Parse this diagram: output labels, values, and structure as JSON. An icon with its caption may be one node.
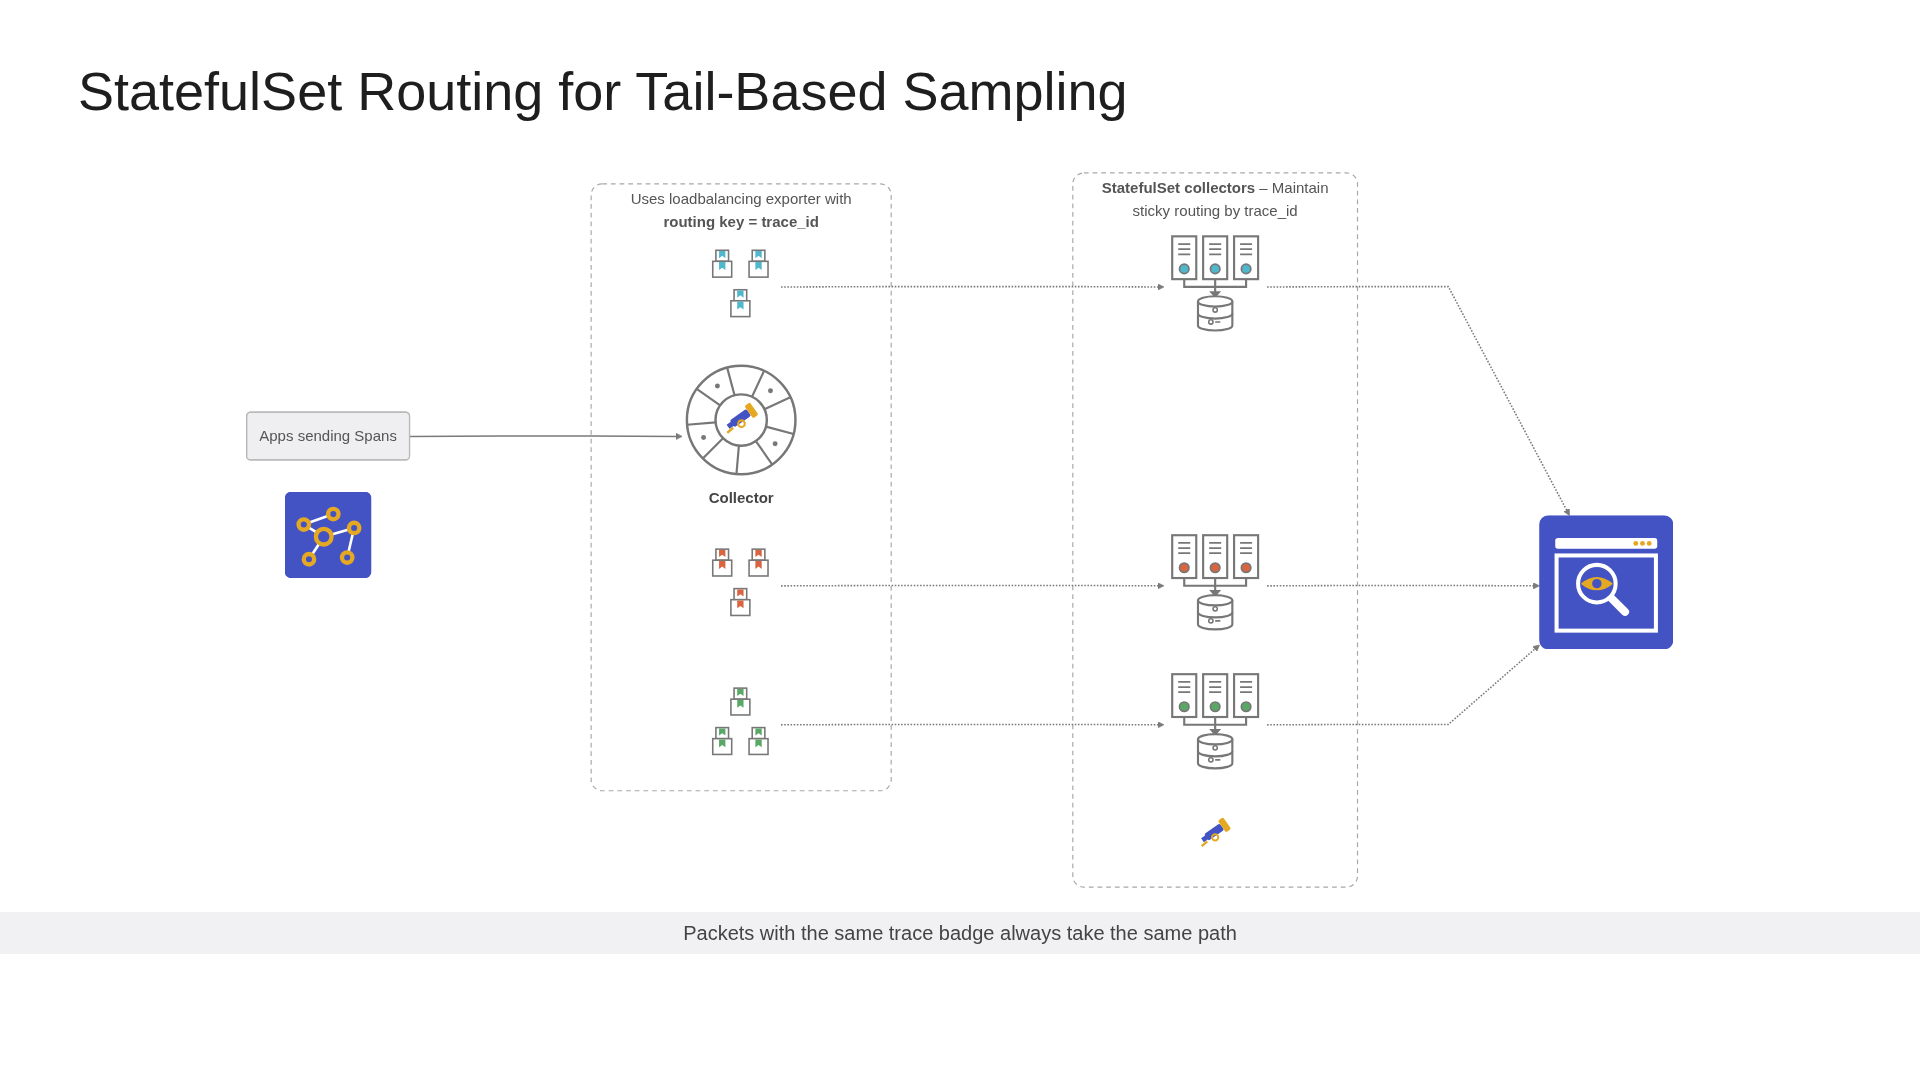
{
  "diagram": {
    "title": "StatefulSet Routing for Tail-Based Sampling",
    "caption": "Packets with the same trace badge always take the same path",
    "nodes": [
      {
        "text": [
          "Apps sending Spans"
        ]
      },
      {
        "text": [],
        "shape": "picture"
      },
      {
        "text": [
          "Uses loadbalancing exporter with **routing key = trace_id**"
        ]
      },
      {
        "text": [],
        "shape": "picture",
        "in": 2
      },
      {
        "text": [
          "Collector"
        ],
        "in": 2
      },
      {
        "text": [],
        "shape": "picture",
        "in": 2
      },
      {
        "text": [],
        "shape": "picture",
        "in": 2
      },
      {
        "text": [
          "**StatefulSet collectors** – Maintain sticky routing by trace_id"
        ]
      },
      {
        "text": [],
        "shape": "picture",
        "in": 7
      },
      {
        "text": [],
        "shape": "picture",
        "in": 7
      },
      {
        "text": [],
        "shape": "picture",
        "in": 7
      },
      {
        "text": [],
        "shape": "picture",
        "in": 7
      },
      {
        "text": [],
        "shape": "picture"
      }
    ],
    "edges": [
      {
        "from": 0,
        "to": 4,
        "arrow": "to"
      },
      {
        "from": 3,
        "to": 8,
        "arrow": "to",
        "style": "dashed"
      },
      {
        "from": 5,
        "to": 9,
        "arrow": "to",
        "style": "dashed"
      },
      {
        "from": 6,
        "to": 10,
        "arrow": "to",
        "style": "dashed"
      },
      {
        "from": 8,
        "to": 12,
        "arrow": "to",
        "style": "dashed"
      },
      {
        "from": 9,
        "to": 12,
        "arrow": "to",
        "style": "dashed"
      },
      {
        "from": 10,
        "to": 12,
        "arrow": "to",
        "style": "dashed"
      }
    ]
  }
}
